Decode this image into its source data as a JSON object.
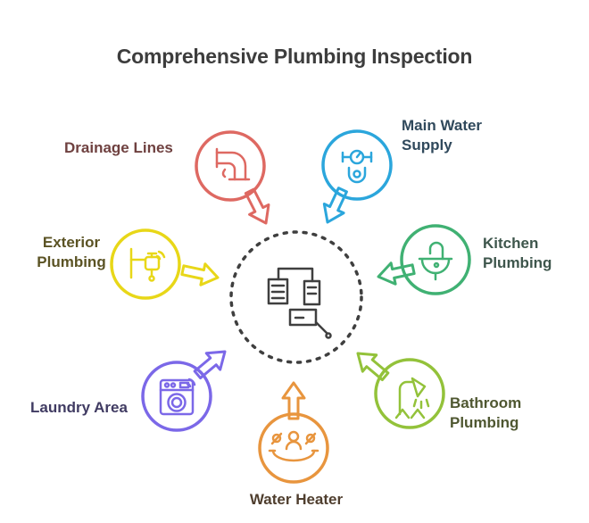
{
  "title": "Comprehensive Plumbing Inspection",
  "title_color": "#3d3d3d",
  "background": "#ffffff",
  "center": {
    "icon": "pipe-system-icon",
    "color": "#3f3f3f"
  },
  "nodes": [
    {
      "id": "drainage",
      "label": "Drainage Lines",
      "color": "#de6962",
      "label_color": "#6f4140",
      "icon": "drain-pipe-icon"
    },
    {
      "id": "main_water",
      "label": "Main Water Supply",
      "color": "#2ba6dc",
      "label_color": "#30495c",
      "icon": "water-gauge-icon"
    },
    {
      "id": "kitchen",
      "label": "Kitchen Plumbing",
      "color": "#40b173",
      "label_color": "#3e564c",
      "icon": "sink-faucet-icon"
    },
    {
      "id": "bathroom",
      "label": "Bathroom Plumbing",
      "color": "#93c23a",
      "label_color": "#4f5731",
      "icon": "shower-icon"
    },
    {
      "id": "water_heater",
      "label": "Water Heater",
      "color": "#e8953e",
      "label_color": "#4f3e2e",
      "icon": "heater-tank-icon"
    },
    {
      "id": "laundry",
      "label": "Laundry Area",
      "color": "#7b68e8",
      "label_color": "#403b62",
      "icon": "washing-machine-icon"
    },
    {
      "id": "exterior",
      "label": "Exterior Plumbing",
      "color": "#e8d718",
      "label_color": "#5b5324",
      "icon": "outdoor-spigot-icon"
    }
  ]
}
